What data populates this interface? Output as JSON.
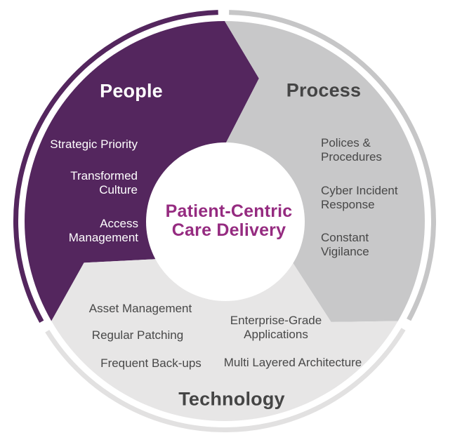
{
  "diagram": {
    "colors": {
      "people": "#54265e",
      "process": "#c8c8c9",
      "technology": "#e7e6e6",
      "people_ring": "#54265e",
      "process_ring": "#c6c6c7",
      "technology_ring": "#e2e1e1",
      "center_circle": "#ffffff",
      "center_text": "#952b80",
      "heading_dark": "#454545",
      "item_text_dark": "#484848",
      "item_text_light": "#ffffff",
      "background": "#ffffff"
    },
    "center_label": {
      "line1": "Patient-Centric",
      "line2": "Care Delivery"
    },
    "segments": [
      {
        "id": "people",
        "label": "People",
        "items": [
          [
            "Strategic Priority"
          ],
          [
            "Transformed",
            "Culture"
          ],
          [
            "Access",
            "Management"
          ]
        ]
      },
      {
        "id": "process",
        "label": "Process",
        "items": [
          [
            "Polices &",
            "Procedures"
          ],
          [
            "Cyber Incident",
            "Response"
          ],
          [
            "Constant",
            "Vigilance"
          ]
        ]
      },
      {
        "id": "technology",
        "label": "Technology",
        "items": [
          [
            "Asset Management"
          ],
          [
            "Regular Patching"
          ],
          [
            "Frequent Back-ups"
          ],
          [
            "Enterprise-Grade",
            "Applications"
          ],
          [
            "Multi Layered Architecture"
          ]
        ]
      }
    ]
  }
}
